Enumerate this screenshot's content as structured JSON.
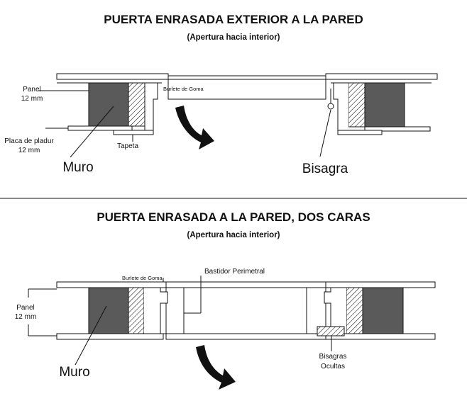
{
  "colors": {
    "wall": "#5a5a5a",
    "line": "#111111",
    "background": "#ffffff"
  },
  "section1": {
    "title": "PUERTA ENRASADA EXTERIOR A LA PARED",
    "subtitle": "(Apertura hacia interior)",
    "labels": {
      "panel_line1": "Panel",
      "panel_line2": "12 mm",
      "placa_line1": "Placa de pladur",
      "placa_line2": "12 mm",
      "tapeta": "Tapeta",
      "burlete": "Burlete de Goma",
      "muro": "Muro",
      "bisagra": "Bisagra"
    }
  },
  "section2": {
    "title": "PUERTA ENRASADA A LA PARED, DOS CARAS",
    "subtitle": "(Apertura hacia interior)",
    "labels": {
      "burlete": "Burlete de Goma",
      "bastidor": "Bastidor Perimetral",
      "panel_line1": "Panel",
      "panel_line2": "12 mm",
      "bisagras_line1": "Bisagras",
      "bisagras_line2": "Ocultas",
      "muro": "Muro"
    }
  }
}
